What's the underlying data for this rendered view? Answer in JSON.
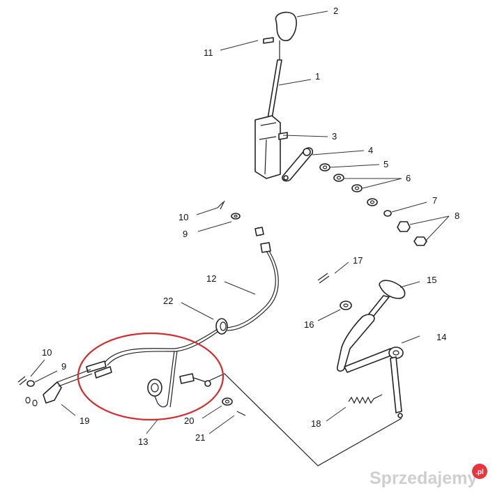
{
  "callouts": [
    "1",
    "2",
    "3",
    "4",
    "5",
    "6",
    "7",
    "8",
    "9",
    "10",
    "11",
    "12",
    "13",
    "14",
    "15",
    "16",
    "17",
    "18",
    "19",
    "20",
    "21",
    "22",
    "10",
    "9"
  ],
  "watermark": {
    "text": "Sprzedajemy",
    "suffix": ".pl",
    "badge_color": "#e8343c"
  },
  "highlight": {
    "color": "#d42b2b"
  }
}
